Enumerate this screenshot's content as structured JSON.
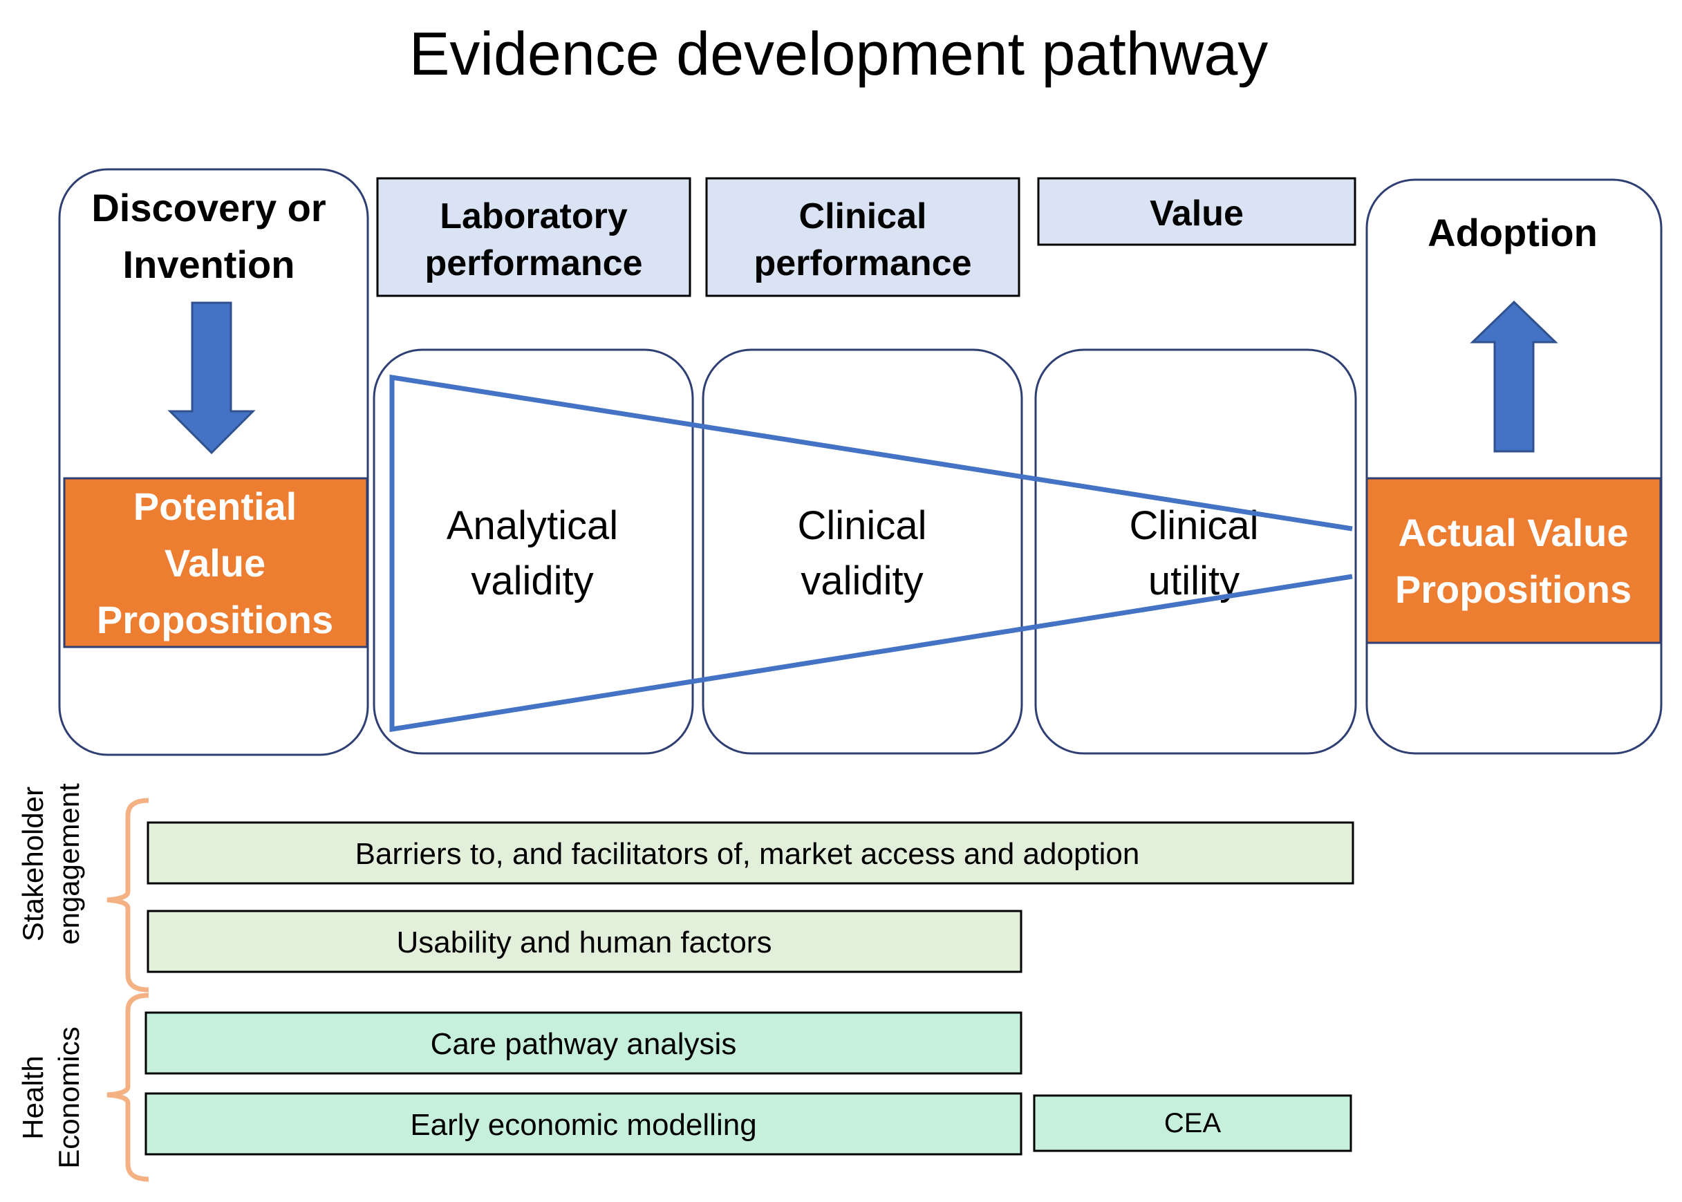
{
  "title": "Evidence development pathway",
  "stages": {
    "discovery": {
      "line1": "Discovery or",
      "line2": "Invention"
    },
    "adoption": {
      "label": "Adoption"
    }
  },
  "headers": [
    {
      "line1": "Laboratory",
      "line2": "performance"
    },
    {
      "line1": "Clinical",
      "line2": "performance"
    },
    {
      "line1": "Value",
      "line2": ""
    }
  ],
  "validity_boxes": [
    {
      "line1": "Analytical",
      "line2": "validity"
    },
    {
      "line1": "Clinical",
      "line2": "validity"
    },
    {
      "line1": "Clinical",
      "line2": "utility"
    }
  ],
  "potential_value": {
    "line1": "Potential",
    "line2": "Value",
    "line3": "Propositions"
  },
  "actual_value": {
    "line1": "Actual Value",
    "line2": "Propositions"
  },
  "side_labels": {
    "stakeholder": {
      "line1": "Stakeholder",
      "line2": "engagement"
    },
    "health": {
      "line1": "Health",
      "line2": "Economics"
    }
  },
  "bars": {
    "barriers": "Barriers to, and facilitators of, market access and adoption",
    "usability": "Usability and human factors",
    "care_pathway": "Care pathway analysis",
    "early_model": "Early economic modelling",
    "cea": "CEA"
  },
  "colors": {
    "navy": "#2f3f73",
    "blue_arrow": "#4472c4",
    "orange": "#ed7d31",
    "header_fill": "#dae3f3",
    "bar_light_green": "#e2efda",
    "bar_mint": "#c6efdc",
    "bracket": "#f4b183"
  }
}
